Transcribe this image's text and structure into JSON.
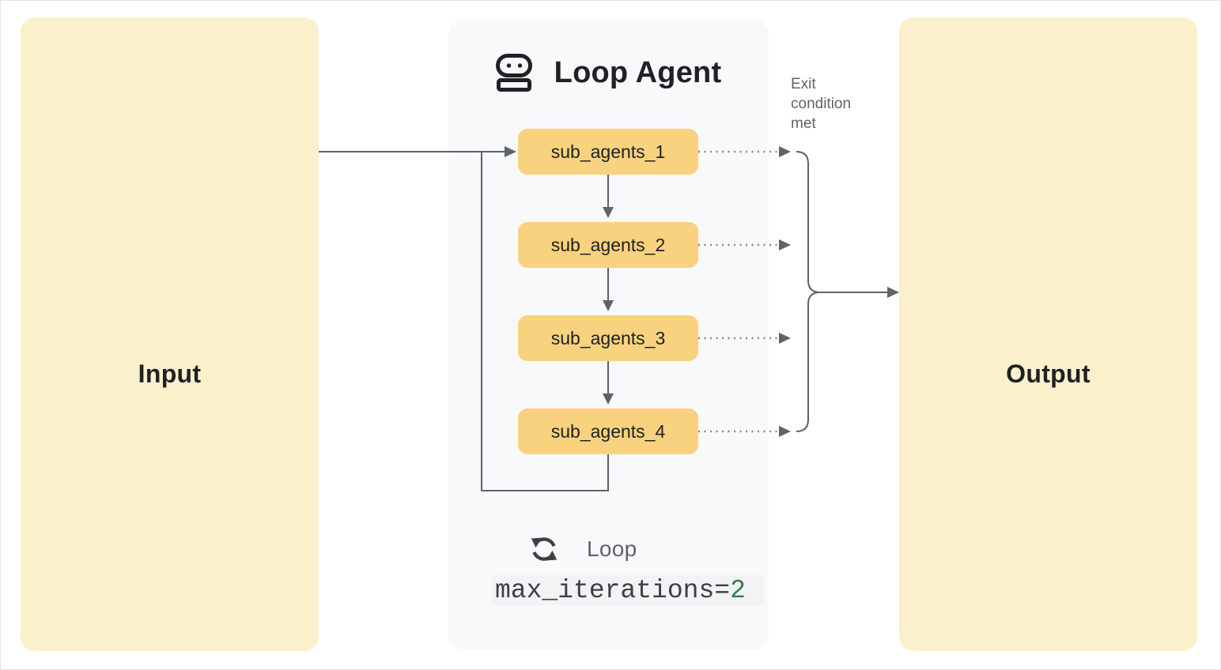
{
  "colors": {
    "canvas_bg": "#ffffff",
    "io_box_fill": "#faf0cc",
    "sub_agent_fill": "#f8d27e",
    "panel_fill": "#f8f9fa",
    "line": "#5f6368",
    "dotted_line": "#85898d",
    "dark_text": "#202124",
    "muted_text": "#5f6368",
    "code_text": "#3c4043",
    "code_value": "#2f7d4f",
    "code_bg": "#f1f3f4"
  },
  "input_box": {
    "label": "Input"
  },
  "output_box": {
    "label": "Output"
  },
  "loop_agent": {
    "title": "Loop Agent",
    "robot_icon": "robot-icon",
    "sub_agents": [
      "sub_agents_1",
      "sub_agents_2",
      "sub_agents_3",
      "sub_agents_4"
    ],
    "loop_icon": "loop-icon",
    "loop_label": "Loop",
    "code": {
      "prefix": "max_iterations=",
      "value": "2"
    }
  },
  "annotations": {
    "exit_condition": "Exit condition met"
  }
}
